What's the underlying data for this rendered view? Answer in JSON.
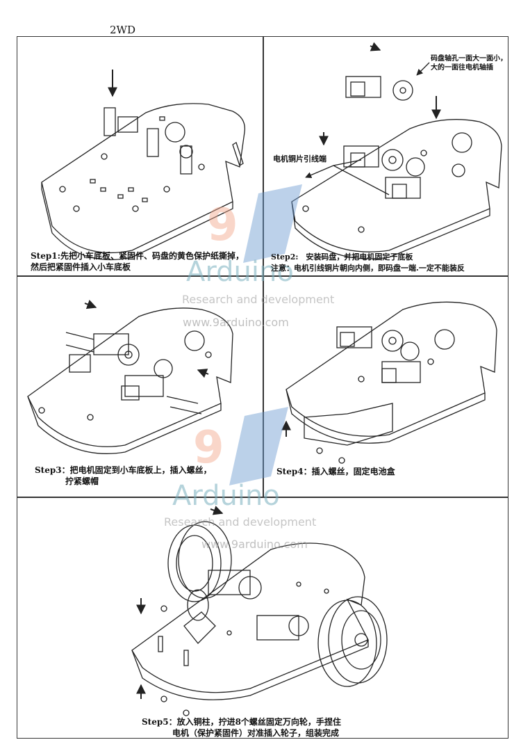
{
  "title": "2WD",
  "steps": [
    {
      "lines": [
        "Step1:先把小车底板、紧固件、码盘的黄色保护纸撕掉，",
        "然后把紧固件插入小车底板"
      ]
    },
    {
      "lines": [
        "Step2:　安装码盘，并把电机固定于底板",
        "注意：电机引线铜片朝向内侧，即码盘一端.一定不能装反"
      ]
    },
    {
      "lines": [
        "Step3：把电机固定到小车底板上，插入螺丝，",
        "拧紧螺帽"
      ]
    },
    {
      "lines": [
        "Step4：插入螺丝，固定电池盒"
      ]
    },
    {
      "lines": [
        "Step5：放入铜柱，拧进8个螺丝固定万向轮，手捏住",
        "电机（保护紧固件）对准插入轮子，组装完成"
      ]
    }
  ],
  "annotations": {
    "encoder_note": [
      "码盘轴孔一面大一面小，",
      "大的一面往电机轴插"
    ],
    "wire_label": "电机铜片引线端"
  },
  "watermark": {
    "brand": "Arduino",
    "tagline": "Research and development",
    "url": "www.9arduino.com"
  }
}
